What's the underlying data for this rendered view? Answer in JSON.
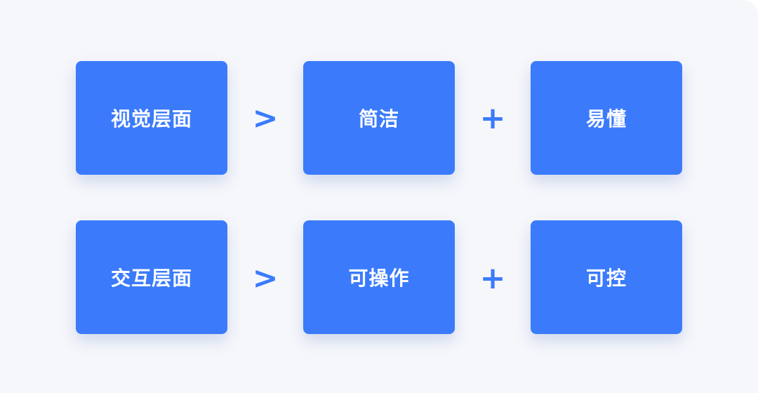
{
  "rows": [
    {
      "layer": "视觉层面",
      "relation": ">",
      "term1": "简洁",
      "operator": "+",
      "term2": "易懂"
    },
    {
      "layer": "交互层面",
      "relation": ">",
      "term1": "可操作",
      "operator": "+",
      "term2": "可控"
    }
  ],
  "colors": {
    "card": "#3b7bfb",
    "card_text": "#ffffff",
    "operator": "#3b7bfb",
    "background": "#f6f7fb"
  }
}
